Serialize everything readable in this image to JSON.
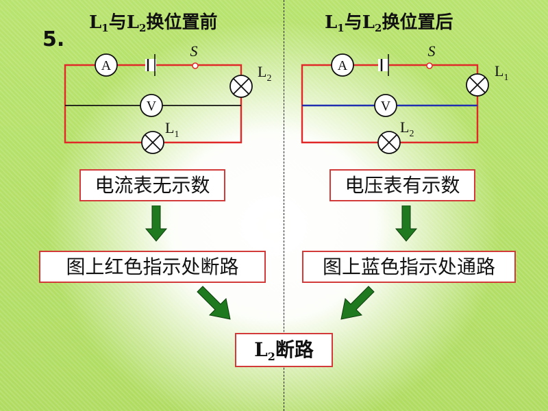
{
  "problem_number": "5.",
  "left": {
    "heading": {
      "l1": "L",
      "l1_sub": "1",
      "middle": "与",
      "l2": "L",
      "l2_sub": "2",
      "tail": "换位置前"
    },
    "ammeter": "A",
    "voltmeter": "V",
    "switch": "S",
    "lamp_top": {
      "letter": "L",
      "sub": "2"
    },
    "lamp_bottom": {
      "letter": "L",
      "sub": "1"
    },
    "step1": "电流表无示数",
    "step2": "图上红色指示处断路"
  },
  "right": {
    "heading": {
      "l1": "L",
      "l1_sub": "1",
      "middle": "与",
      "l2": "L",
      "l2_sub": "2",
      "tail": "换位置后"
    },
    "ammeter": "A",
    "voltmeter": "V",
    "switch": "S",
    "lamp_top": {
      "letter": "L",
      "sub": "1"
    },
    "lamp_bottom": {
      "letter": "L",
      "sub": "2"
    },
    "step1": "电压表有示数",
    "step2": "图上蓝色指示处通路"
  },
  "conclusion": {
    "letter": "L",
    "sub": "2",
    "text": "断路"
  },
  "colors": {
    "open_circuit": "#e02828",
    "closed_path": "#1f2fb0",
    "wire": "#111111",
    "arrow_fill": "#1f7a1f",
    "box_border": "#d23a3a"
  }
}
